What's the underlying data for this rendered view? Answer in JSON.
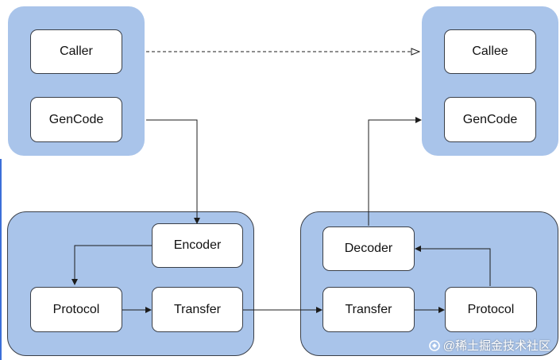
{
  "diagram": {
    "caller_side": {
      "caller": "Caller",
      "gencode": "GenCode"
    },
    "callee_side": {
      "callee": "Callee",
      "gencode": "GenCode"
    },
    "client_stack": {
      "encoder": "Encoder",
      "protocol": "Protocol",
      "transfer": "Transfer"
    },
    "server_stack": {
      "decoder": "Decoder",
      "transfer": "Transfer",
      "protocol": "Protocol"
    },
    "colors": {
      "group_fill": "#a9c4ea",
      "node_border": "#3a3f48",
      "line": "#1c1c1c"
    }
  },
  "watermark": {
    "text": "@稀土掘金技术社区",
    "icon": "juejin-logo-icon"
  }
}
